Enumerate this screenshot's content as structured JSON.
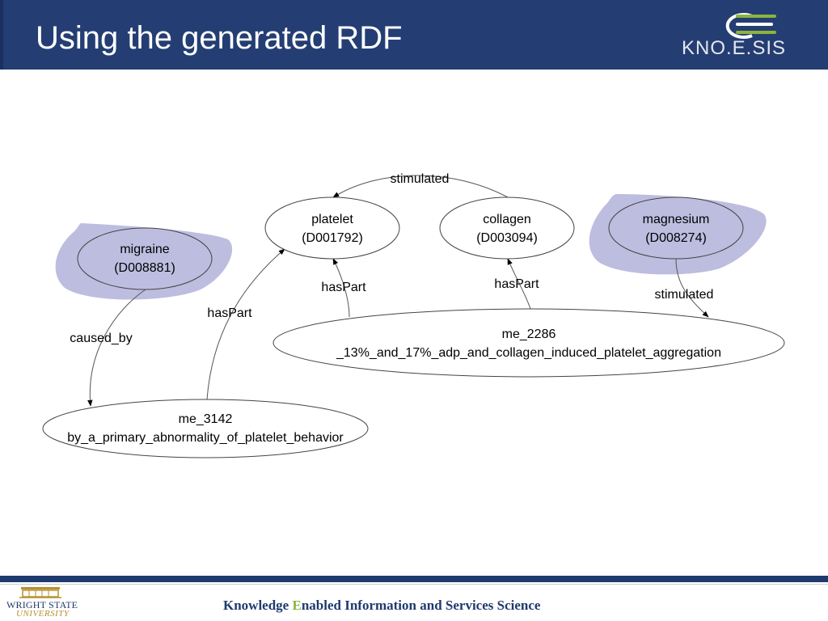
{
  "slide": {
    "title": "Using the generated RDF"
  },
  "logo": {
    "text": "KNO.E.SIS"
  },
  "diagram": {
    "nodes": {
      "platelet": {
        "name": "platelet",
        "id": "(D001792)"
      },
      "collagen": {
        "name": "collagen",
        "id": "(D003094)"
      },
      "magnesium": {
        "name": "magnesium",
        "id": "(D008274)"
      },
      "migraine": {
        "name": "migraine",
        "id": "(D008881)"
      },
      "me2286": {
        "name": "me_2286",
        "desc": "_13%_and_17%_adp_and_collagen_induced_platelet_aggregation"
      },
      "me3142": {
        "name": "me_3142",
        "desc": "by_a_primary_abnormality_of_platelet_behavior"
      }
    },
    "edges": {
      "collagen_stimulated_platelet": "stimulated",
      "me2286_haspart_platelet": "hasPart",
      "me2286_haspart_collagen": "hasPart",
      "magnesium_stimulated_me2286": "stimulated",
      "migraine_caused_by_me3142": "caused_by",
      "me3142_haspart_platelet": "hasPart"
    },
    "colors": {
      "highlight_fill": "#bdbde0",
      "node_stroke": "#444444"
    }
  },
  "footer": {
    "university_name": "WRIGHT STATE",
    "university_sub": "UNIVERSITY",
    "tagline_prefix": "Knowledge ",
    "tagline_accent": "E",
    "tagline_rest": "nabled Information and Services Science",
    "colors": {
      "bar": "#1f3a6e",
      "accent": "#8cb43c"
    }
  }
}
